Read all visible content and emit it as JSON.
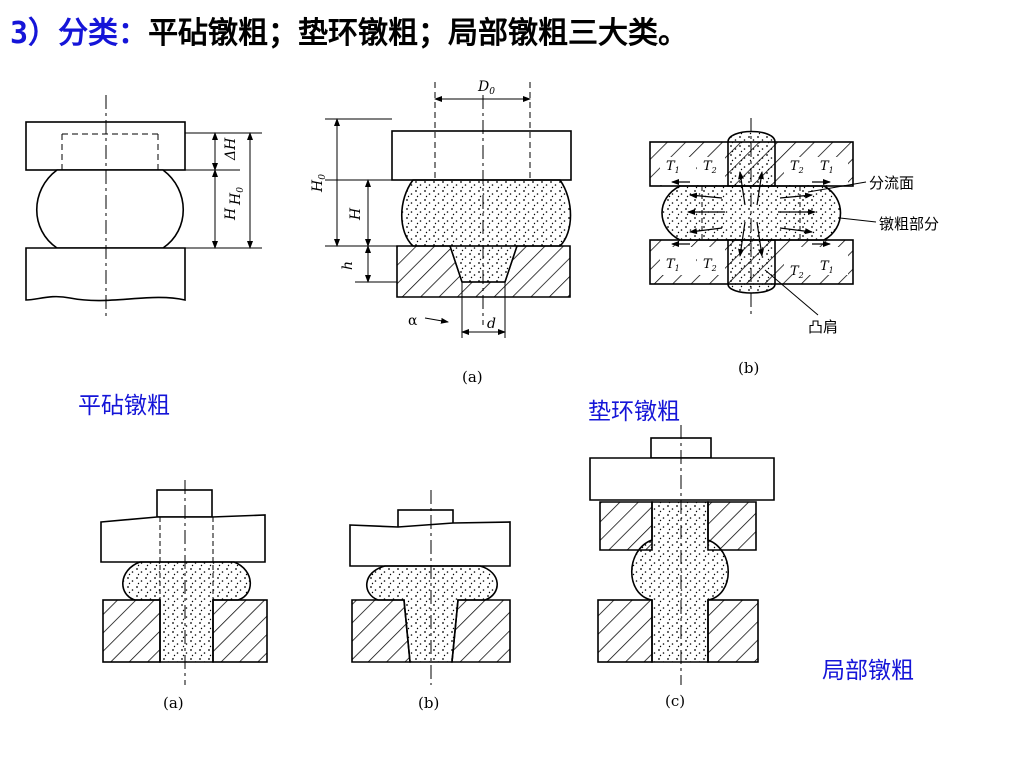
{
  "heading": {
    "number": "3）",
    "keyword": "分类：",
    "text": "平砧镦粗；垫环镦粗；局部镦粗三大类。"
  },
  "labels": {
    "flat_anvil": "平砧镦粗",
    "ring_upset": "垫环镦粗",
    "local_upset": "局部镦粗"
  },
  "figure1": {
    "dims": {
      "delta_h": "ΔH",
      "h": "H",
      "h0": "H",
      "h0_sub": "0"
    }
  },
  "figure2": {
    "dims": {
      "d0": "D",
      "d0_sub": "0",
      "h0": "H",
      "h0_sub": "0",
      "h": "H",
      "h_small": "h",
      "alpha": "α",
      "d": "d"
    },
    "caption": "(a)"
  },
  "figure3": {
    "t1": "T",
    "t1_sub": "1",
    "t2": "T",
    "t2_sub": "2",
    "label_split": "分流面",
    "label_upset": "镦粗部分",
    "label_shoulder": "凸肩",
    "caption": "(b)"
  },
  "bottom_captions": {
    "a": "(a)",
    "b": "(b)",
    "c": "(c)"
  },
  "colors": {
    "accent": "#1515d8",
    "ink": "#000000"
  }
}
